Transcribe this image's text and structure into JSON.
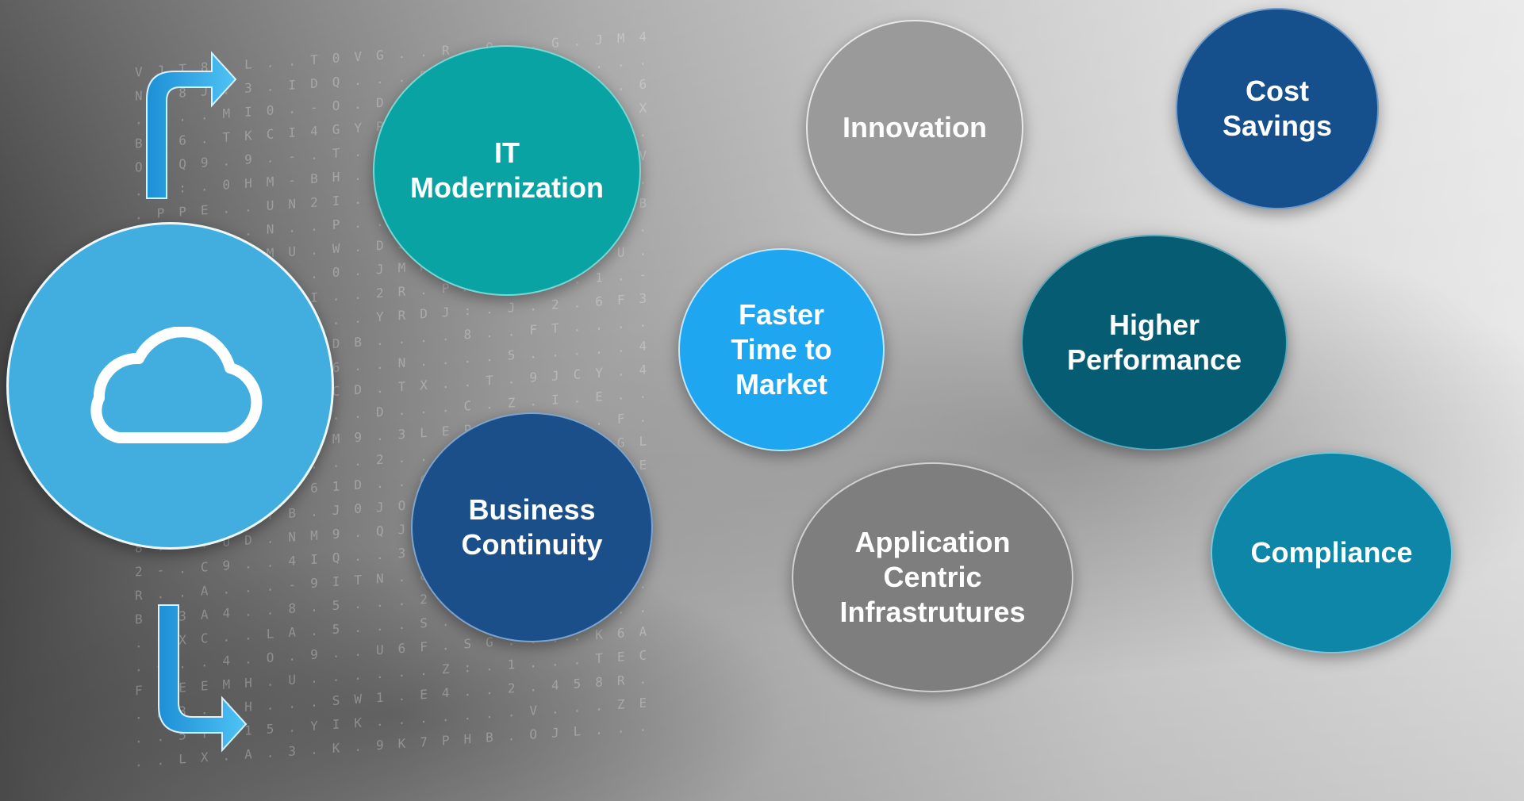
{
  "colors": {
    "cloud": "#42aee0",
    "arrow": "#2aa6e8",
    "it_modernization": "#0aa3a3",
    "innovation": "#9a9a9a",
    "cost_savings": "#154f8c",
    "faster_time": "#1ea6f0",
    "higher_performance": "#065d73",
    "business_continuity": "#1a4f89",
    "application_centric": "#7e7e7e",
    "compliance": "#0d86a8"
  },
  "icons": {
    "cloud": "cloud-icon",
    "arrow_up": "arrow-up-right-icon",
    "arrow_down": "arrow-down-right-icon"
  },
  "circles": {
    "it_modernization": "IT\nModernization",
    "innovation": "Innovation",
    "cost_savings": "Cost\nSavings",
    "faster_time": "Faster\nTime to\nMarket",
    "higher_performance": "Higher\nPerformance",
    "business_continuity": "Business\nContinuity",
    "application_centric": "Application\nCentric\nInfrastrutures",
    "compliance": "Compliance"
  }
}
